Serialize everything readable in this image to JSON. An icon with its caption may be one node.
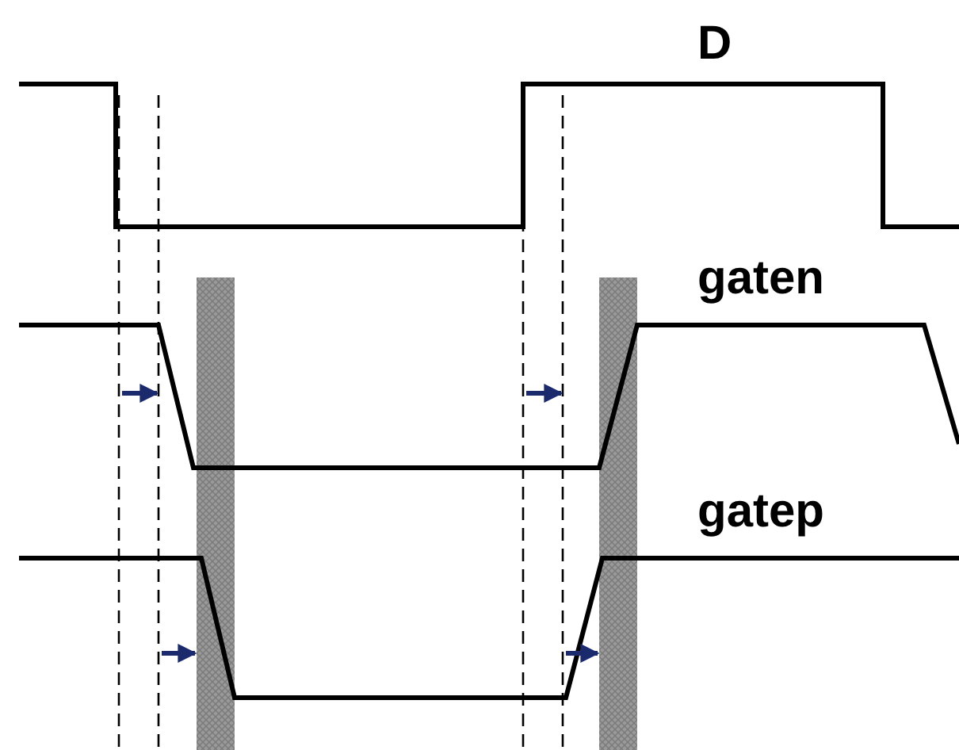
{
  "diagram": {
    "labels": [
      "D",
      "gaten",
      "gatep"
    ]
  }
}
